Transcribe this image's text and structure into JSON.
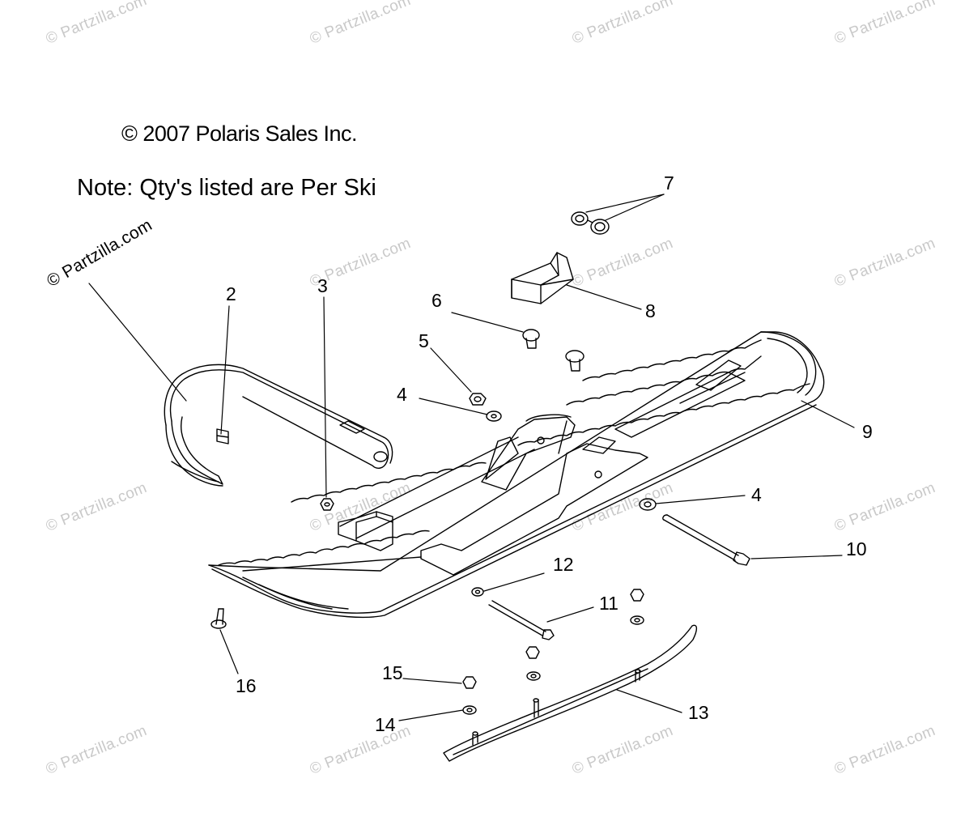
{
  "watermark": {
    "text": "© Partzilla.com",
    "color": "#c9c9c9"
  },
  "header": {
    "copyright": "© 2007 Polaris Sales Inc.",
    "note": "Note: Qty's listed are Per Ski"
  },
  "callouts": [
    {
      "number": "2",
      "part": "handle-insert"
    },
    {
      "number": "3",
      "part": "nut"
    },
    {
      "number": "4",
      "part": "washer"
    },
    {
      "number": "4",
      "part": "washer"
    },
    {
      "number": "5",
      "part": "nut"
    },
    {
      "number": "6",
      "part": "bushing"
    },
    {
      "number": "7",
      "part": "bushing-pair"
    },
    {
      "number": "8",
      "part": "ski-stop"
    },
    {
      "number": "9",
      "part": "ski"
    },
    {
      "number": "10",
      "part": "bolt"
    },
    {
      "number": "11",
      "part": "bolt"
    },
    {
      "number": "12",
      "part": "washer"
    },
    {
      "number": "13",
      "part": "carbide-runner"
    },
    {
      "number": "14",
      "part": "washer"
    },
    {
      "number": "15",
      "part": "nut"
    },
    {
      "number": "16",
      "part": "screw"
    }
  ],
  "colors": {
    "ink": "#000000",
    "background": "#ffffff"
  }
}
